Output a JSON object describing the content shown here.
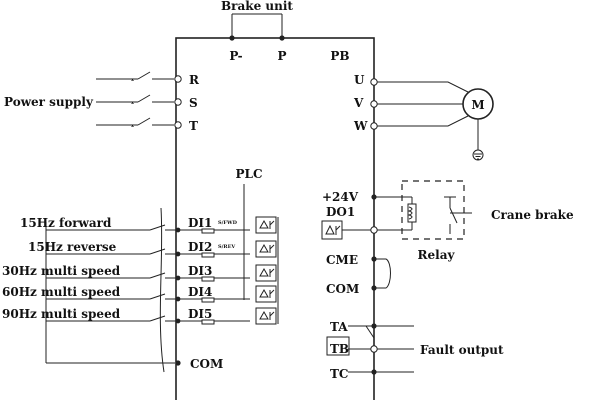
{
  "title": "Brake unit",
  "brake_terminals": [
    "P-",
    "P",
    "PB"
  ],
  "power_supply": {
    "label": "Power supply",
    "inputs": [
      "R",
      "S",
      "T"
    ]
  },
  "motor": {
    "outputs": [
      "U",
      "V",
      "W"
    ],
    "symbol": "M",
    "ground_icon": "ground-icon"
  },
  "plc": {
    "label": "PLC",
    "module_text": [
      "S/FWD",
      "S/REV"
    ]
  },
  "digital_inputs": [
    {
      "terminal": "DI1",
      "function": "15Hz forward"
    },
    {
      "terminal": "DI2",
      "function": "15Hz reverse"
    },
    {
      "terminal": "DI3",
      "function": "30Hz multi speed"
    },
    {
      "terminal": "DI4",
      "function": "60Hz multi speed"
    },
    {
      "terminal": "DI5",
      "function": "90Hz multi speed"
    }
  ],
  "common_left": "COM",
  "right_terminals": {
    "supply": "+24V",
    "output": "DO1",
    "cme": "CME",
    "com": "COM"
  },
  "crane_brake": "Crane brake",
  "relay": "Relay",
  "fault": {
    "label": "Fault output",
    "terminals": [
      "TA",
      "TB",
      "TC"
    ]
  }
}
